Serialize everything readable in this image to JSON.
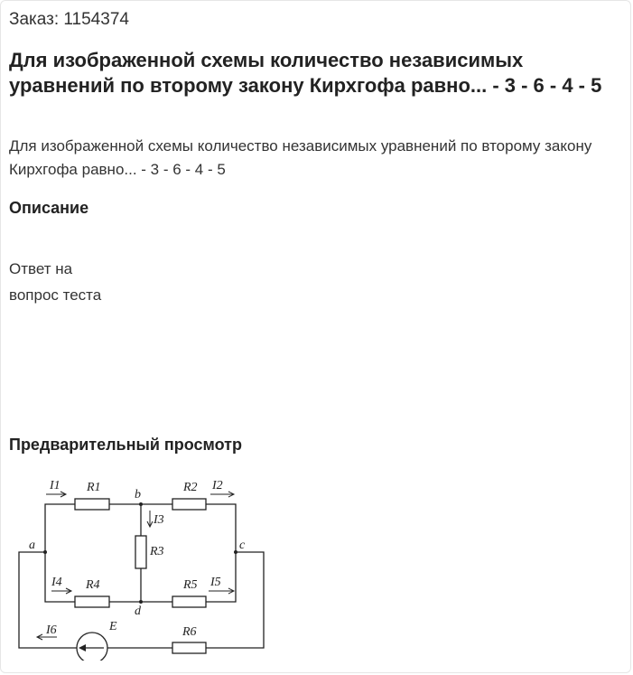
{
  "order": "Заказ: 1154374",
  "title": "Для изображенной схемы количество независимых уравнений по второму закону Кирхгофа равно... - 3 - 6 - 4 - 5",
  "question_text": "Для изображенной схемы количество независимых уравнений по второму закону Кирхгофа равно... - 3 - 6 - 4 - 5",
  "description_heading": "Описание",
  "answer_line1": "Ответ на",
  "answer_line2": "вопрос теста",
  "preview_heading": "Предварительный просмотр",
  "circuit": {
    "nodes": {
      "a": "a",
      "b": "b",
      "c": "c",
      "d": "d"
    },
    "resistors": {
      "r1": "R1",
      "r2": "R2",
      "r3": "R3",
      "r4": "R4",
      "r5": "R5",
      "r6": "R6"
    },
    "currents": {
      "i1": "I1",
      "i2": "I2",
      "i3": "I3",
      "i4": "I4",
      "i5": "I5",
      "i6": "I6"
    },
    "source": "E"
  }
}
